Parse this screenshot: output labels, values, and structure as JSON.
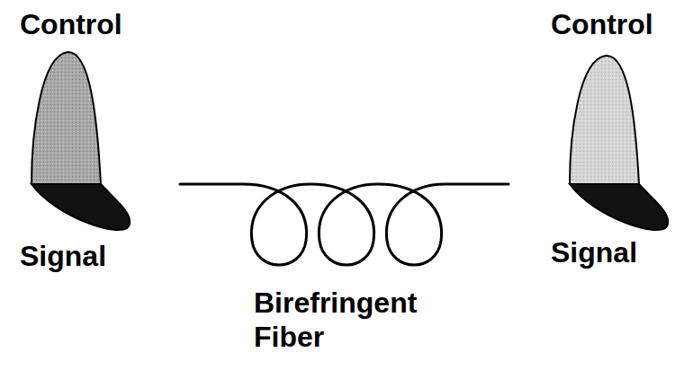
{
  "diagram": {
    "labels": [
      "Control",
      "Signal",
      "Birefringent Fiber",
      "Control",
      "Signal"
    ]
  }
}
